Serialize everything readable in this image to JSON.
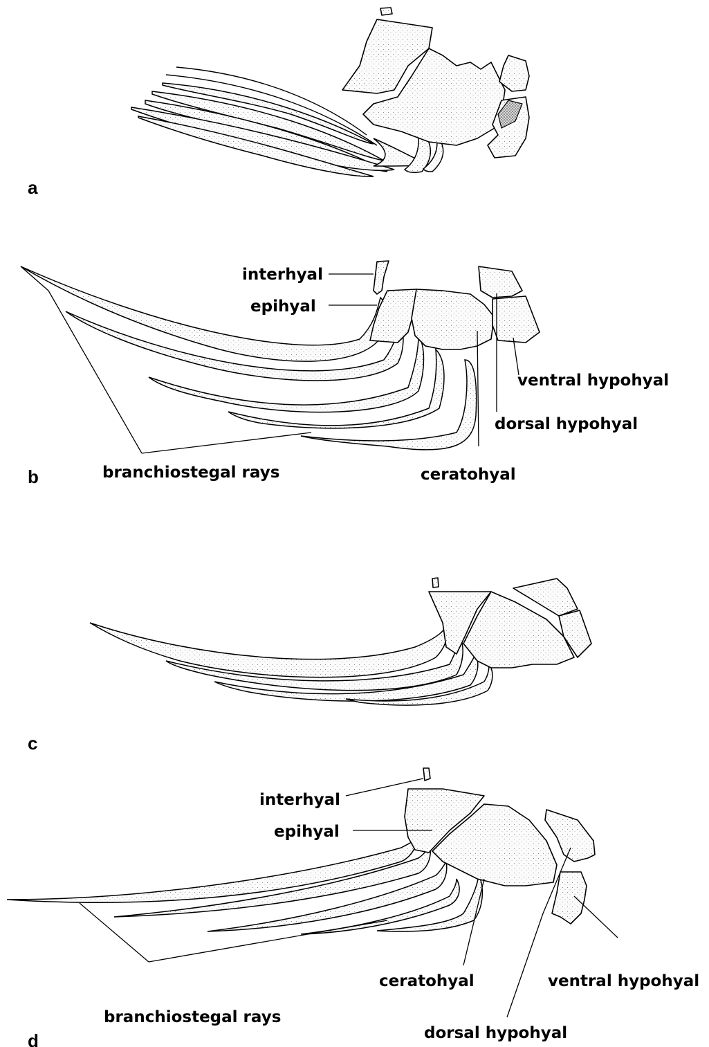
{
  "panels": {
    "a": {
      "letter": "a"
    },
    "b": {
      "letter": "b",
      "labels": {
        "interhyal": "interhyal",
        "epihyal": "epihyal",
        "ventral_hypohyal": "ventral hypohyal",
        "dorsal_hypohyal": "dorsal hypohyal",
        "ceratohyal": "ceratohyal",
        "branchiostegal_rays": "branchiostegal rays"
      }
    },
    "c": {
      "letter": "c"
    },
    "d": {
      "letter": "d",
      "labels": {
        "interhyal": "interhyal",
        "epihyal": "epihyal",
        "ceratohyal": "ceratohyal",
        "ventral_hypohyal": "ventral hypohyal",
        "branchiostegal_rays": "branchiostegal rays",
        "dorsal_hypohyal": "dorsal hypohyal"
      }
    }
  }
}
